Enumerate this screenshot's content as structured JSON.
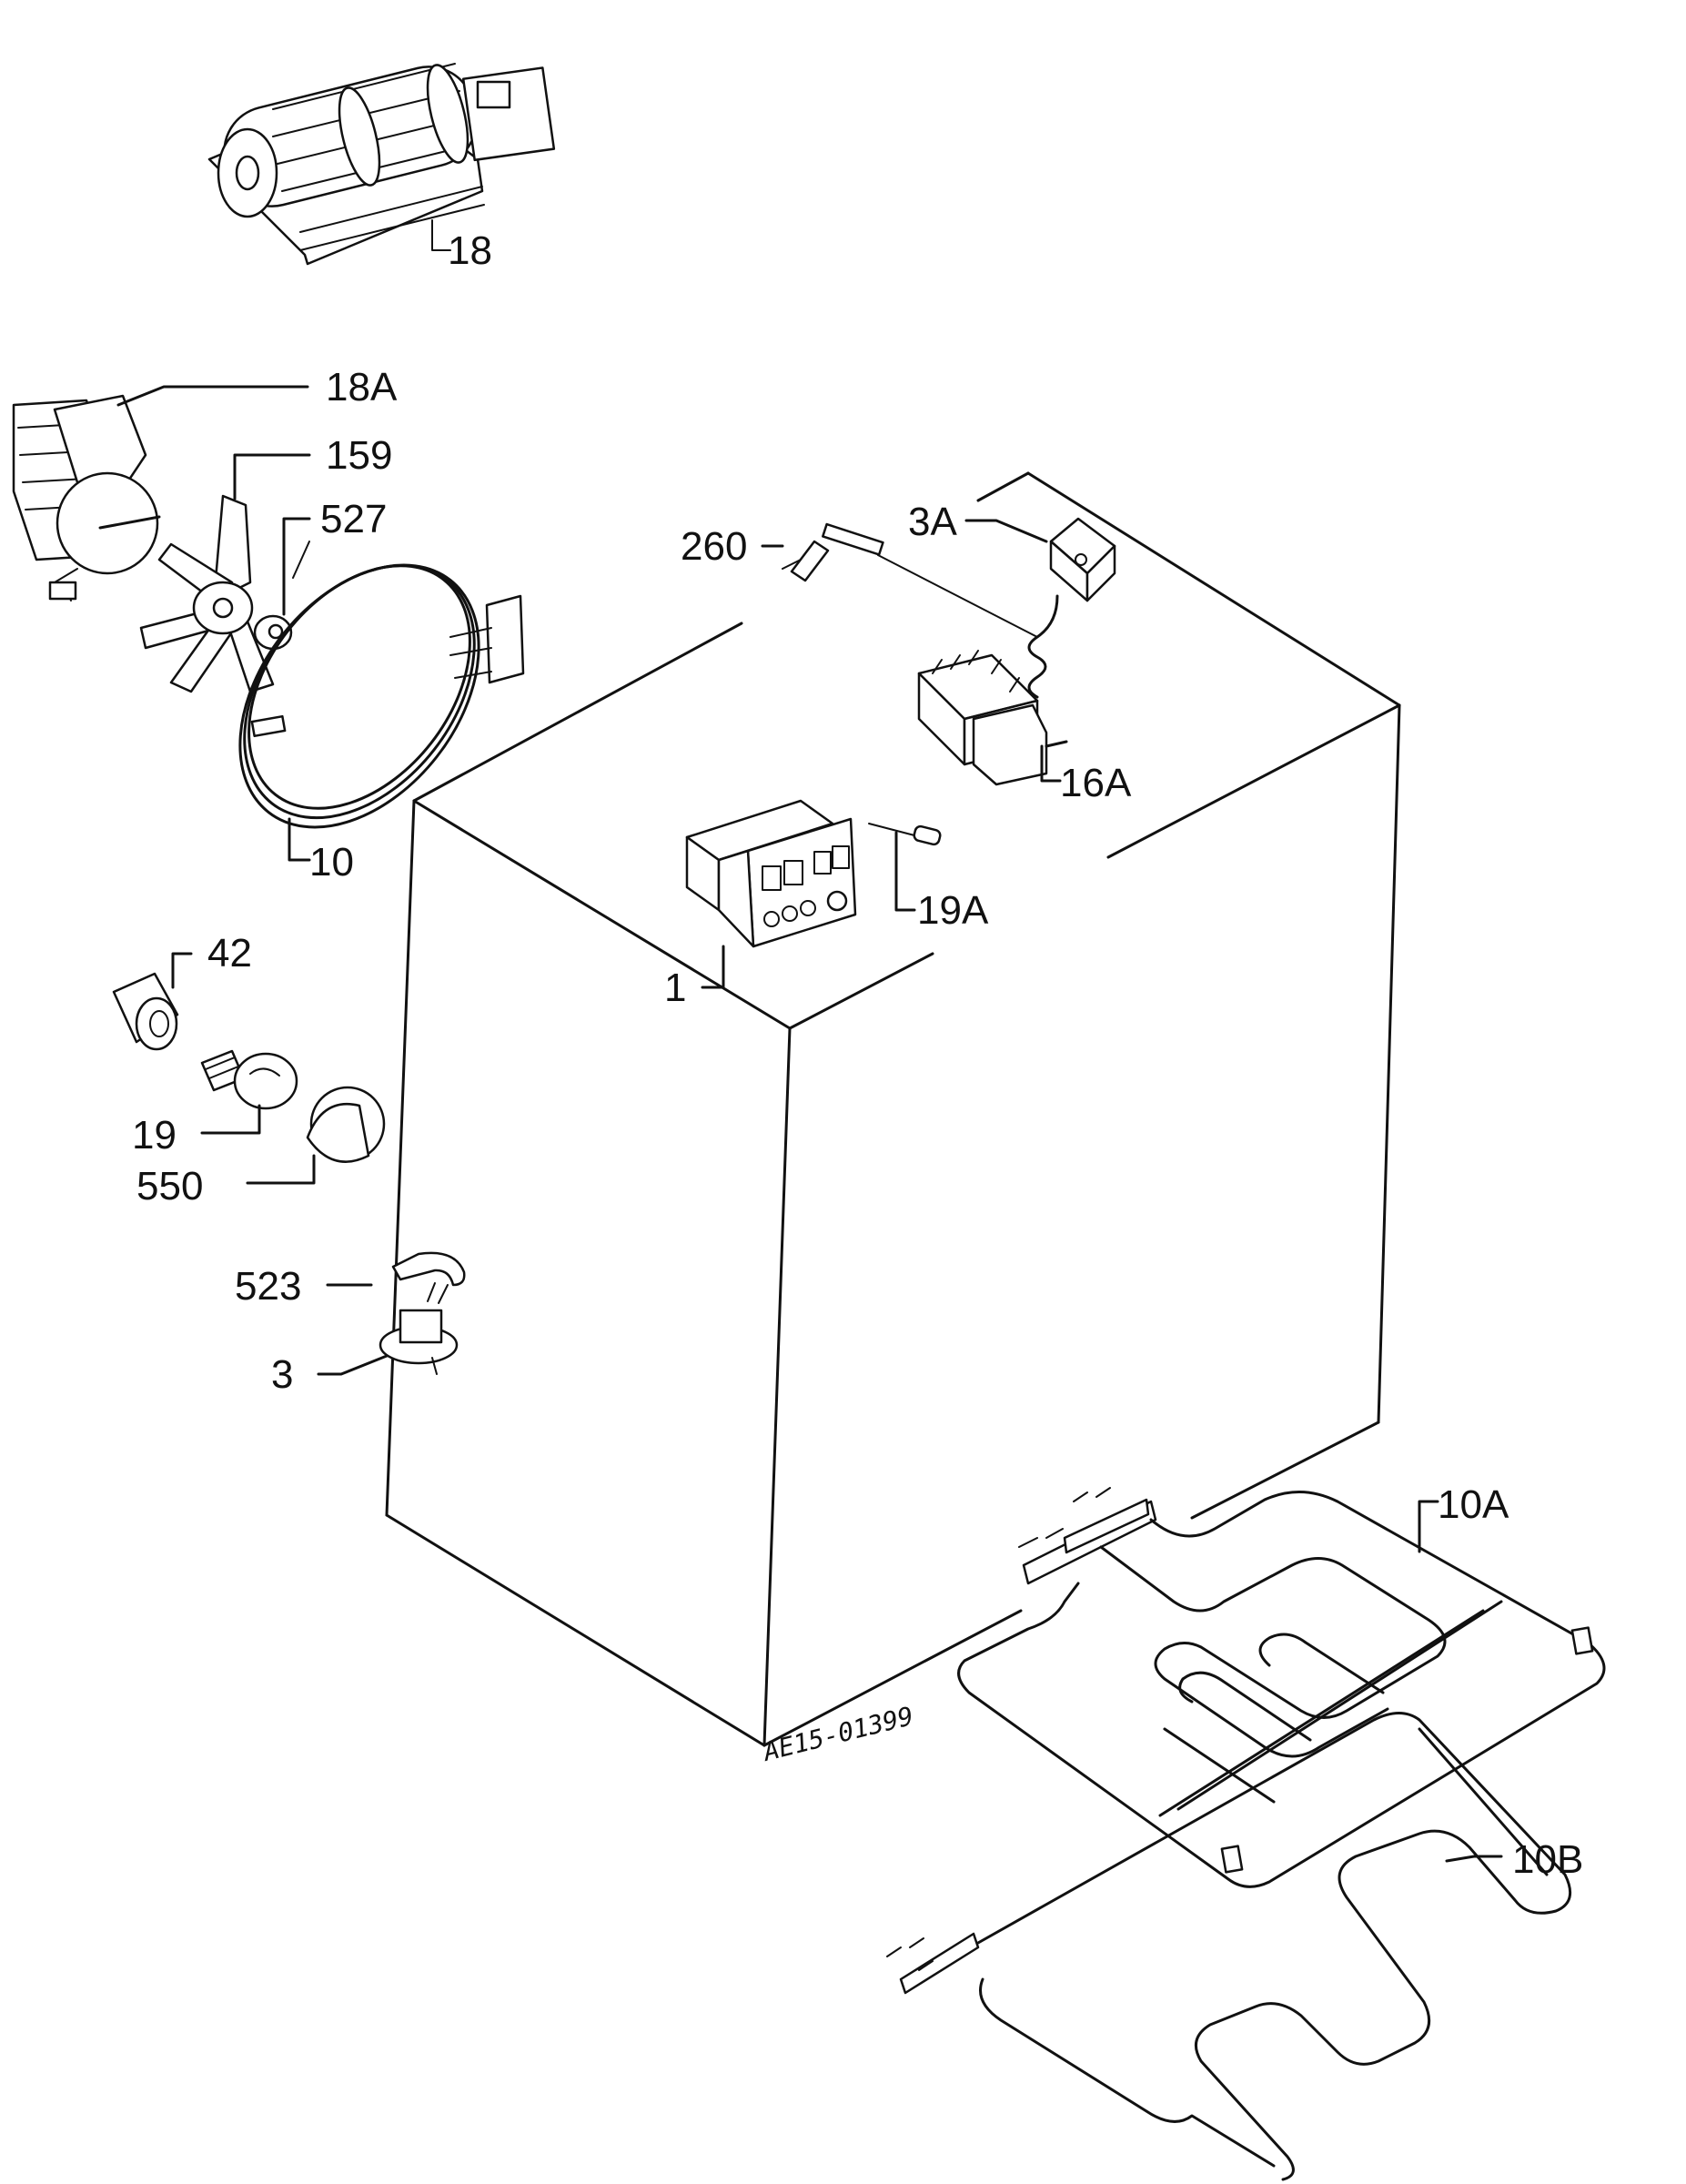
{
  "labels": {
    "l18": "18",
    "l18A": "18A",
    "l159": "159",
    "l527": "527",
    "l260": "260",
    "l3A": "3A",
    "l16A": "16A",
    "l10": "10",
    "l19A": "19A",
    "l1": "1",
    "l42": "42",
    "l19": "19",
    "l550": "550",
    "l523": "523",
    "l3": "3",
    "l10A": "10A",
    "l10B": "10B"
  },
  "drawing_code": "AE15-01399"
}
